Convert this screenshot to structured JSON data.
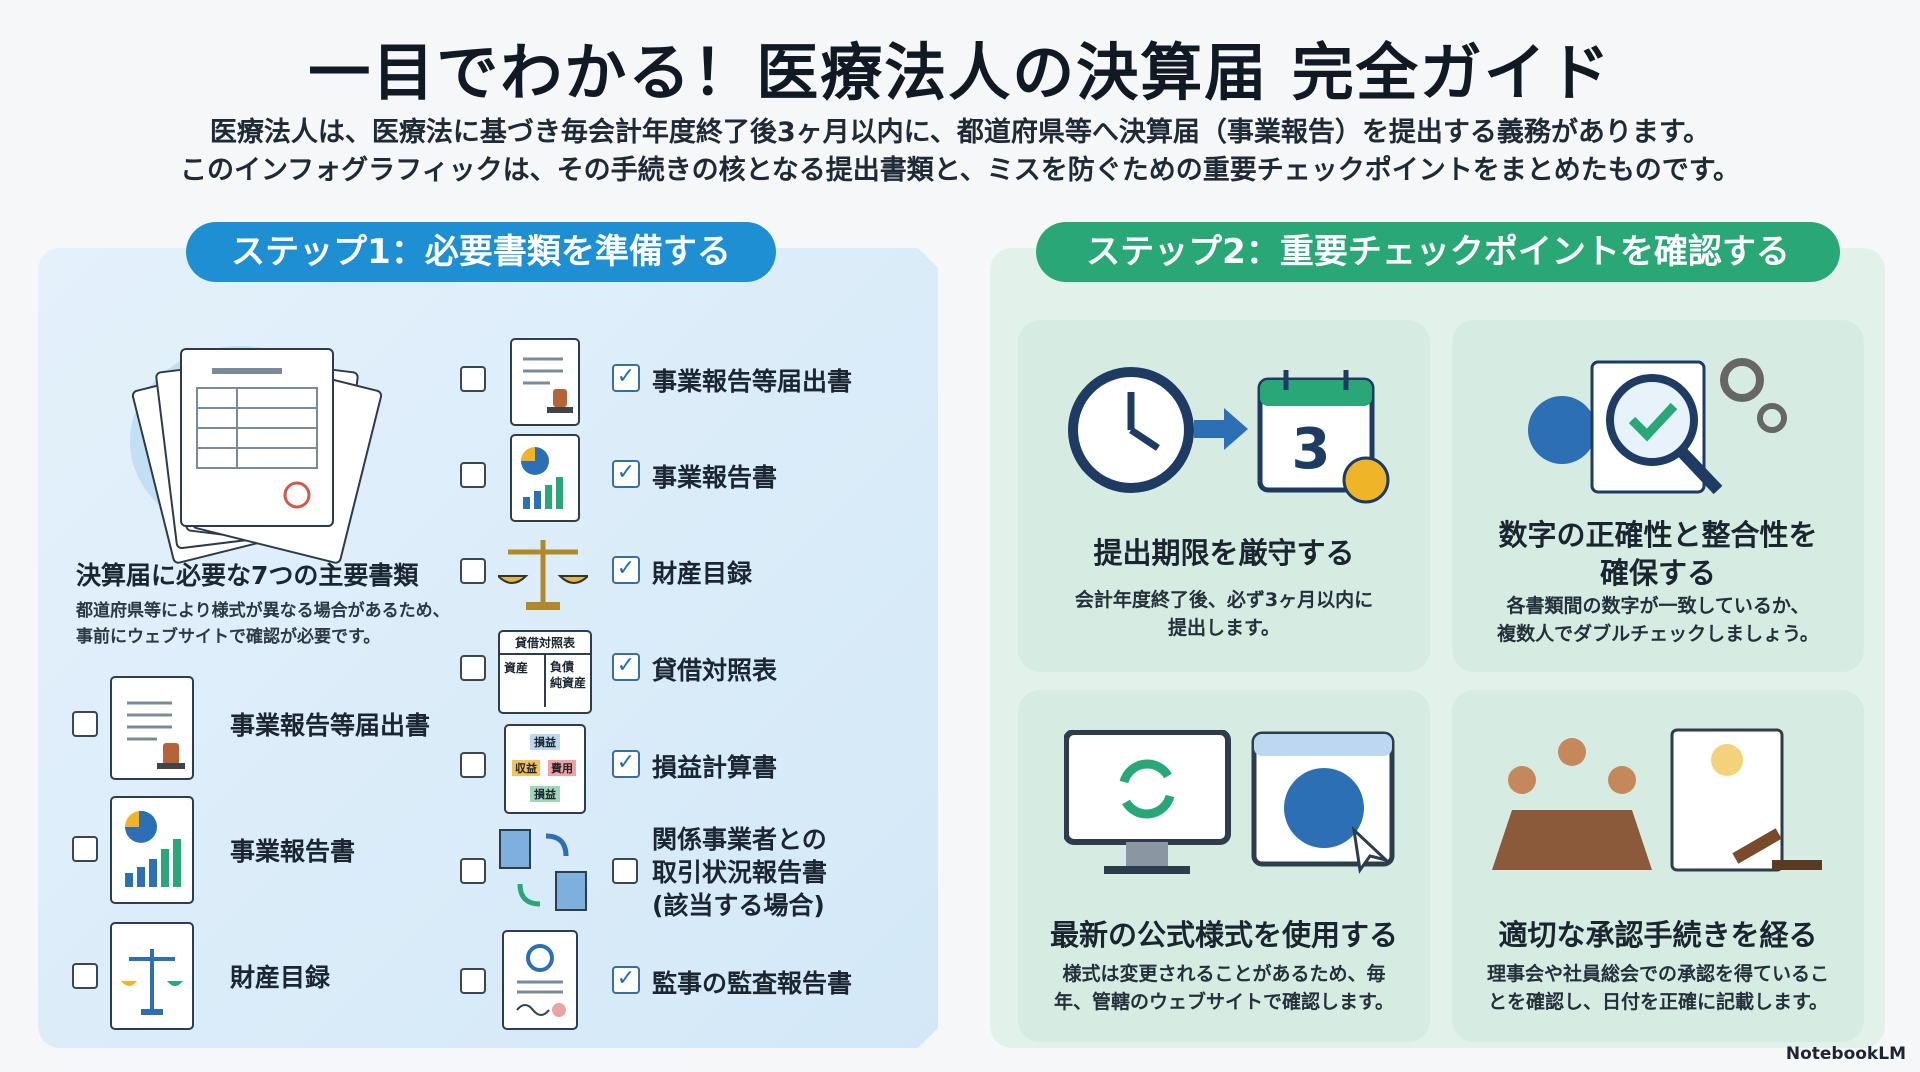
{
  "title": "一目でわかる！医療法人の決算届 完全ガイド",
  "subtitle_line1": "医療法人は、医療法に基づき毎会計年度終了後3ヶ月以内に、都道府県等へ決算届（事業報告）を提出する義務があります。",
  "subtitle_line2": "このインフォグラフィックは、その手続きの核となる提出書類と、ミスを防ぐための重要チェックポイントをまとめたものです。",
  "step1": {
    "label": "ステップ1：必要書類を準備する",
    "heading": "決算届に必要な7つの主要書類",
    "note_line1": "都道府県等により様式が異なる場合があるため、",
    "note_line2": "事前にウェブサイトで確認が必要です。",
    "left_items": [
      "事業報告等届出書",
      "事業報告書",
      "財産目録"
    ],
    "right_items": [
      "事業報告等届出書",
      "事業報告書",
      "財産目録",
      "貸借対照表",
      "損益計算書",
      "関係事業者との",
      "取引状況報告書",
      "(該当する場合)",
      "監事の監査報告書"
    ],
    "icon_text": {
      "balance_sheet_title": "貸借対照表",
      "balance_assets": "資産",
      "balance_liab1": "負債",
      "balance_liab2": "純資産",
      "pl_top": "損益",
      "pl_a": "収益",
      "pl_b": "費用",
      "pl_c": "損益",
      "calendar_day": "3"
    }
  },
  "step2": {
    "label": "ステップ2：重要チェックポイントを確認する",
    "cards": [
      {
        "title": "提出期限を厳守する",
        "desc1": "会計年度終了後、必ず3ヶ月以内に",
        "desc2": "提出します。"
      },
      {
        "title": "数字の正確性と整合性を",
        "title2": "確保する",
        "desc1": "各書類間の数字が一致しているか、",
        "desc2": "複数人でダブルチェックしましょう。"
      },
      {
        "title": "最新の公式様式を使用する",
        "desc1": "様式は変更されることがあるため、毎",
        "desc2": "年、管轄のウェブサイトで確認します。"
      },
      {
        "title": "適切な承認手続きを経る",
        "desc1": "理事会や社員総会での承認を得ているこ",
        "desc2": "とを確認し、日付を正確に記載します。"
      }
    ]
  },
  "brand": "NotebookLM",
  "colors": {
    "step1": "#1f8fd4",
    "step2": "#2aa777"
  }
}
